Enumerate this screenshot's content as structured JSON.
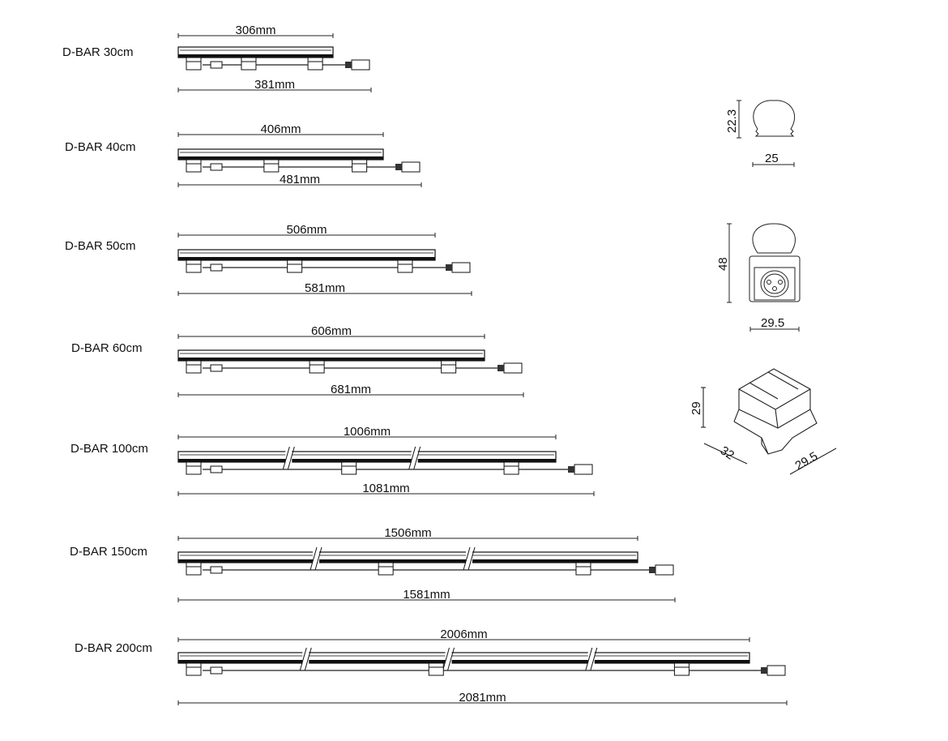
{
  "bars": [
    {
      "label": "D-BAR 30cm",
      "bar_length": "306mm",
      "total_length": "381mm",
      "breaks": 0
    },
    {
      "label": "D-BAR 40cm",
      "bar_length": "406mm",
      "total_length": "481mm",
      "breaks": 0
    },
    {
      "label": "D-BAR 50cm",
      "bar_length": "506mm",
      "total_length": "581mm",
      "breaks": 0
    },
    {
      "label": "D-BAR 60cm",
      "bar_length": "606mm",
      "total_length": "681mm",
      "breaks": 0
    },
    {
      "label": "D-BAR 100cm",
      "bar_length": "1006mm",
      "total_length": "1081mm",
      "breaks": 2
    },
    {
      "label": "D-BAR 150cm",
      "bar_length": "1506mm",
      "total_length": "1581mm",
      "breaks": 2
    },
    {
      "label": "D-BAR 200cm",
      "bar_length": "2006mm",
      "total_length": "2081mm",
      "breaks": 3
    }
  ],
  "profile": {
    "height": "22.3",
    "width": "25"
  },
  "section": {
    "height": "48",
    "width": "29.5"
  },
  "bracket": {
    "height": "29",
    "depth": "32",
    "width": "29.5"
  }
}
